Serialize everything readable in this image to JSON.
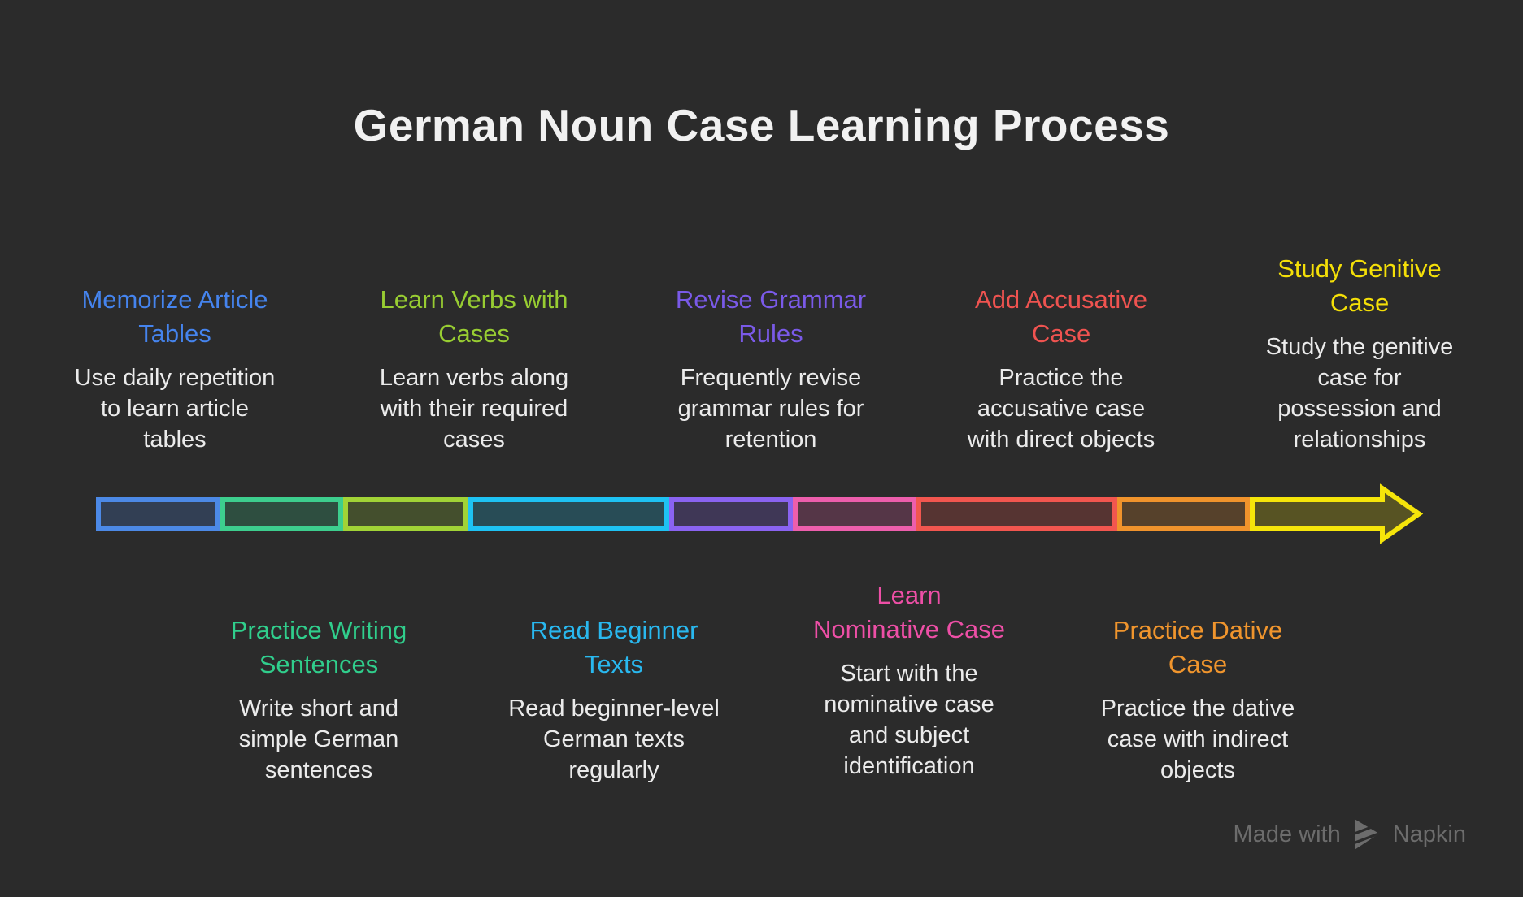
{
  "title": "German Noun Case Learning Process",
  "colors": {
    "background": "#2B2B2B",
    "title_text": "#F1F1F1",
    "body_text": "#EBEBEB",
    "watermark": "#6C6C6C"
  },
  "steps": [
    {
      "title": "Memorize Article\nTables",
      "body": "Use daily repetition\nto learn article\ntables",
      "color": "#4584EE",
      "row": "top"
    },
    {
      "title": "Practice Writing\nSentences",
      "body": "Write short and\nsimple German\nsentences",
      "color": "#30CE8C",
      "row": "bottom"
    },
    {
      "title": "Learn Verbs with\nCases",
      "body": "Learn verbs along\nwith their required\ncases",
      "color": "#98CD32",
      "row": "top"
    },
    {
      "title": "Read Beginner\nTexts",
      "body": "Read beginner-level\nGerman texts\nregularly",
      "color": "#29B8EF",
      "row": "bottom"
    },
    {
      "title": "Revise Grammar\nRules",
      "body": "Frequently revise\ngrammar rules for\nretention",
      "color": "#7A5AE8",
      "row": "top"
    },
    {
      "title": "Learn\nNominative Case",
      "body": "Start with the\nnominative case\nand subject\nidentification",
      "color": "#ED4FA6",
      "row": "bottom"
    },
    {
      "title": "Add Accusative\nCase",
      "body": "Practice the\naccusative case\nwith direct objects",
      "color": "#EF5350",
      "row": "top"
    },
    {
      "title": "Practice Dative\nCase",
      "body": "Practice the dative\ncase with indirect\nobjects",
      "color": "#F0952D",
      "row": "bottom"
    },
    {
      "title": "Study Genitive\nCase",
      "body": "Study the genitive\ncase for\npossession and\nrelationships",
      "color": "#F4DF08",
      "row": "top"
    }
  ],
  "arrow": {
    "segments": [
      {
        "color": "#4C89E6",
        "from": 118,
        "to": 271
      },
      {
        "color": "#3DCE8E",
        "from": 271,
        "to": 422
      },
      {
        "color": "#A1D336",
        "from": 422,
        "to": 576
      },
      {
        "color": "#1EC2F3",
        "from": 576,
        "to": 823
      },
      {
        "color": "#8A63F1",
        "from": 823,
        "to": 975
      },
      {
        "color": "#ED5EAC",
        "from": 975,
        "to": 1127
      },
      {
        "color": "#F2564F",
        "from": 1127,
        "to": 1374
      },
      {
        "color": "#F0932C",
        "from": 1374,
        "to": 1537
      }
    ],
    "head": {
      "color": "#F5E50A",
      "from": 1537
    }
  },
  "watermark": {
    "text_prefix": "Made with",
    "brand": "Napkin"
  }
}
